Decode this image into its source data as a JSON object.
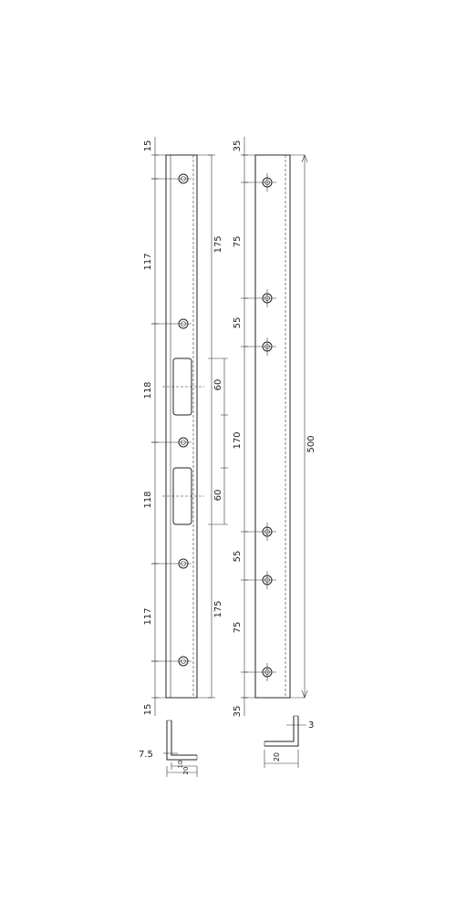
{
  "left_strip": {
    "edge_top": "15",
    "hole_spacing_1": "117",
    "hole_spacing_2": "118",
    "hole_spacing_3": "118",
    "hole_spacing_4": "117",
    "edge_bottom": "15",
    "slot_offset_top": "175",
    "slot_length_1": "60",
    "slot_length_2": "60",
    "slot_offset_bottom": "175"
  },
  "right_strip": {
    "edge_top": "35",
    "spacing_a": "75",
    "spacing_b": "55",
    "spacing_middle": "170",
    "spacing_c": "55",
    "spacing_d": "75",
    "edge_bottom": "35",
    "total_length": "500"
  },
  "profiles": {
    "left_offset": "7.5",
    "left_flange_inner": "10",
    "left_width": "20",
    "right_thickness": "3",
    "right_width": "20"
  }
}
